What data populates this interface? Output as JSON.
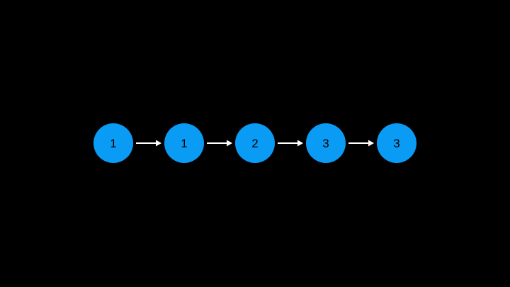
{
  "nodes": [
    {
      "label": "1"
    },
    {
      "label": "1"
    },
    {
      "label": "2"
    },
    {
      "label": "3"
    },
    {
      "label": "3"
    }
  ],
  "colors": {
    "background": "#000000",
    "node_fill": "#0a9bf5",
    "node_text": "#000000",
    "arrow": "#ffffff"
  }
}
